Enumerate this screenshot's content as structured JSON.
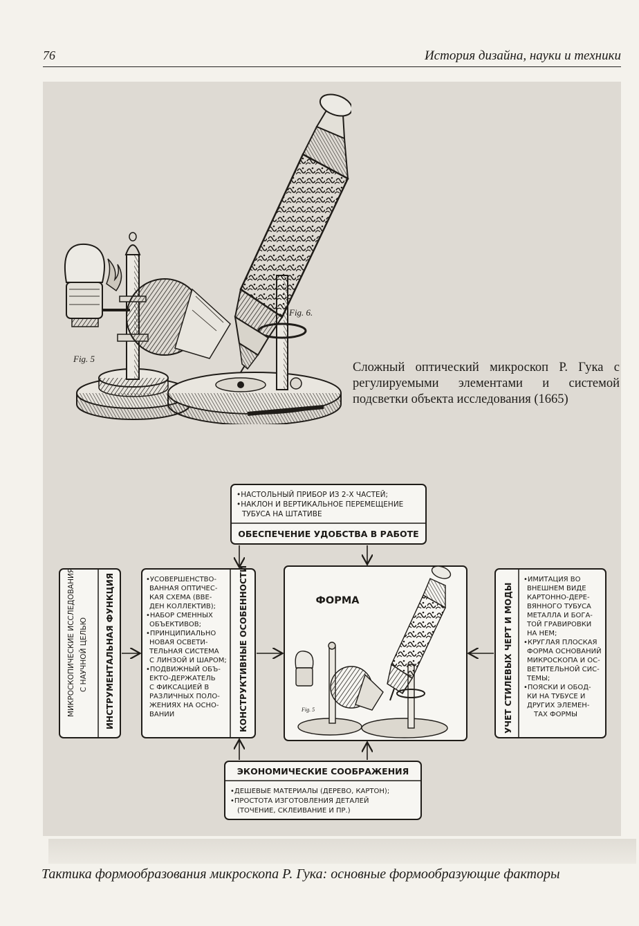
{
  "header": {
    "page_number": "76",
    "running_head": "История дизайна, науки и техники"
  },
  "illustration": {
    "fig_left_label": "Fig. 5",
    "fig_right_label": "Fig. 6.",
    "caption": "Сложный оптический микроскоп Р. Гука с регулируемыми элементами и системой подсветки объекта исследования (1665)"
  },
  "schema": {
    "top_box": {
      "lines": [
        "•НАСТОЛЬНЫЙ ПРИБОР ИЗ 2-Х ЧАСТЕЙ;",
        "•НАКЛОН И ВЕРТИКАЛЬНОЕ ПЕРЕМЕЩЕНИЕ",
        "ТУБУСА НА ШТАТИВЕ"
      ],
      "title": "ОБЕСПЕЧЕНИЕ УДОБСТВА В РАБОТЕ"
    },
    "left_box": {
      "side_text_1": "МИКРОСКОПИЧЕСКИЕ ИССЛЕДОВАНИЯ",
      "side_text_2": "С НАУЧНОЙ ЦЕЛЬЮ",
      "title": "ИНСТРУМЕНТАЛЬНАЯ ФУНКЦИЯ"
    },
    "construct_box": {
      "lines": [
        "•УСОВЕРШЕНСТВО-",
        "ВАННАЯ ОПТИЧЕС-",
        "КАЯ СХЕМА (ВВЕ-",
        "ДЕН КОЛЛЕКТИВ);",
        "•НАБОР СМЕННЫХ",
        "ОБЪЕКТИВОВ;",
        "•ПРИНЦИПИАЛЬНО",
        "НОВАЯ ОСВЕТИ-",
        "ТЕЛЬНАЯ СИСТЕМА",
        "С ЛИНЗОЙ И ШАРОМ;",
        "•ПОДВИЖНЫЙ ОБЪ-",
        "ЕКТО-ДЕРЖАТЕЛЬ",
        "С ФИКСАЦИЕЙ В",
        "РАЗЛИЧНЫХ ПОЛО-",
        "ЖЕНИЯХ НА ОСНО-",
        "ВАНИИ"
      ],
      "title": "КОНСТРУКТИВНЫЕ ОСОБЕННОСТИ"
    },
    "center_box": {
      "title": "ФОРМА",
      "fig_label": "Fig. 5"
    },
    "style_box": {
      "title": "УЧЕТ СТИЛЕВЫХ ЧЕРТ И МОДЫ",
      "lines": [
        "•ИМИТАЦИЯ ВО",
        "ВНЕШНЕМ ВИДЕ",
        "КАРТОННО-ДЕРЕ-",
        "ВЯННОГО ТУБУСА",
        "МЕТАЛЛА И БОГА-",
        "ТОЙ ГРАВИРОВКИ",
        "НА НЕМ;",
        "•КРУГЛАЯ ПЛОСКАЯ",
        "ФОРМА ОСНОВАНИЙ",
        "МИКРОСКОПА И ОС-",
        "ВЕТИТЕЛЬНОЙ СИС-",
        "ТЕМЫ;",
        "•ПОЯСКИ И ОБОД-",
        "КИ НА ТУБУСЕ И",
        "ДРУГИХ ЭЛЕМЕН-",
        "ТАХ ФОРМЫ"
      ]
    },
    "bottom_box": {
      "title": "ЭКОНОМИЧЕСКИЕ СООБРАЖЕНИЯ",
      "lines": [
        "•ДЕШЕВЫЕ МАТЕРИАЛЫ (ДЕРЕВО, КАРТОН);",
        "•ПРОСТОТА ИЗГОТОВЛЕНИЯ ДЕТАЛЕЙ",
        "(ТОЧЕНИЕ, СКЛЕИВАНИЕ И ПР.)"
      ]
    }
  },
  "bottom_caption": "Тактика формообразования микроскопа Р. Гука: основные формообразующие факторы",
  "colors": {
    "ink": "#1c1a17",
    "paper": "#f4f2ec",
    "panel": "#dedad3",
    "box_fill": "#f7f6f2"
  }
}
